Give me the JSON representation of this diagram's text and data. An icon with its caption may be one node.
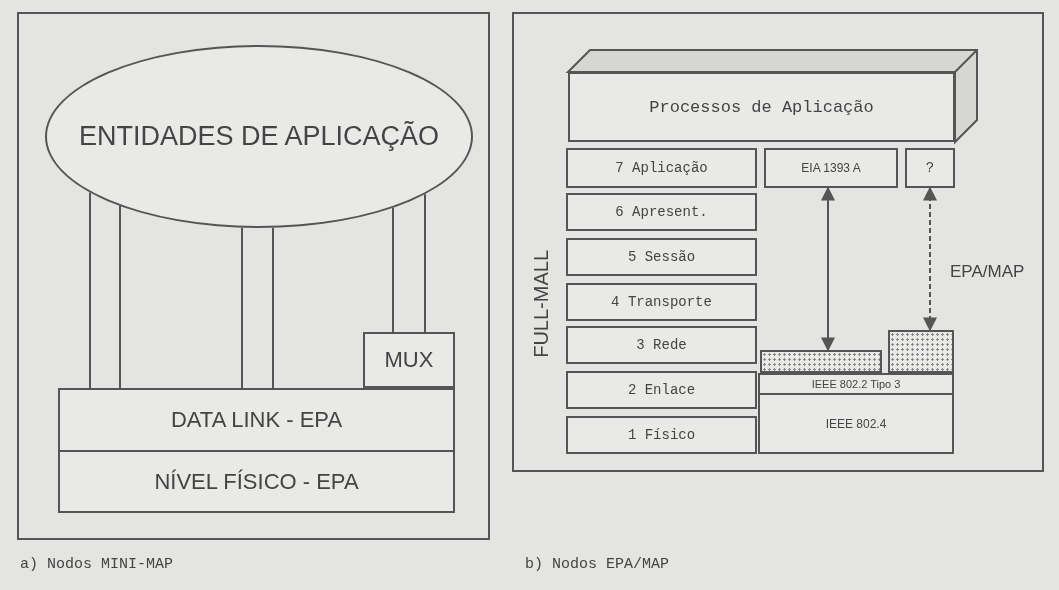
{
  "diagram": {
    "nodes": [
      {
        "text": [
          "ENTIDADES DE APLICAÇÃO"
        ]
      },
      {
        "text": [
          "MUX"
        ]
      },
      {
        "text": [
          "DATA LINK - EPA"
        ]
      },
      {
        "text": [
          "NÍVEL FÍSICO - EPA"
        ]
      },
      {
        "text": [
          "Processos de Aplicação"
        ]
      },
      {
        "text": [
          "7 Aplicação"
        ]
      },
      {
        "text": [
          "EIA 1393 A"
        ]
      },
      {
        "text": [
          "?"
        ]
      },
      {
        "text": [
          "6 Apresent."
        ]
      },
      {
        "text": [
          "5 Sessão"
        ]
      },
      {
        "text": [
          "4 Transporte"
        ]
      },
      {
        "text": [
          "3 Rede"
        ]
      },
      {
        "text": [
          "2 Enlace"
        ]
      },
      {
        "text": [
          "1 Físico"
        ]
      },
      {
        "text": [],
        "shape": "box"
      },
      {
        "text": [],
        "shape": "box"
      },
      {
        "text": [
          "IEEE 802.2 Tipo 3"
        ]
      },
      {
        "text": [
          "IEEE 802.4"
        ]
      }
    ],
    "edges": [
      {
        "from": 0,
        "to": 2,
        "arrow": "none"
      },
      {
        "from": 0,
        "to": 2,
        "arrow": "none"
      },
      {
        "from": 0,
        "to": 2,
        "arrow": "none"
      },
      {
        "from": 0,
        "to": 2,
        "arrow": "none"
      },
      {
        "from": 0,
        "to": 1,
        "arrow": "none"
      },
      {
        "from": 0,
        "to": 1,
        "arrow": "none"
      },
      {
        "from": 6,
        "to": 14,
        "arrow": "both"
      },
      {
        "from": 7,
        "to": 15,
        "arrow": "both",
        "style": "dashed",
        "label": "EPA/MAP"
      }
    ],
    "labels": [
      "FULL-MALL",
      "a) Nodos MINI-MAP",
      "b) Nodos EPA/MAP"
    ]
  }
}
